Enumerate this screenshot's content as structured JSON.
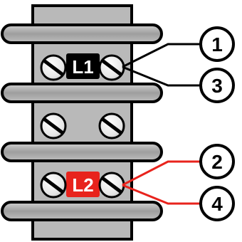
{
  "terminals": {
    "top_label": "L1",
    "bottom_label": "L2"
  },
  "callouts": [
    {
      "label": "1",
      "wire_color": "#000000"
    },
    {
      "label": "3",
      "wire_color": "#000000"
    },
    {
      "label": "2",
      "wire_color": "#e8231c"
    },
    {
      "label": "4",
      "wire_color": "#e8231c"
    }
  ],
  "colors": {
    "block": "#b9b9b9",
    "rail": "#a6a6a6",
    "outline": "#000000",
    "l1_badge": "#000000",
    "l2_badge": "#e8231c",
    "wire_l1": "#000000",
    "wire_l2": "#e8231c"
  },
  "icons": [
    "screw-icon"
  ]
}
